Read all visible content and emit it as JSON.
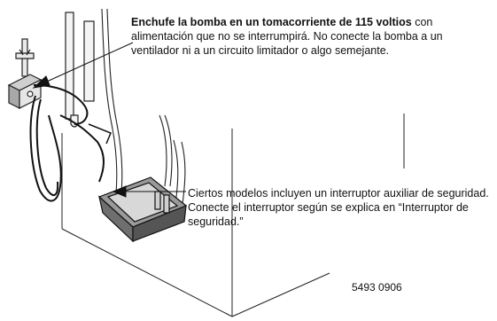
{
  "callout_top": {
    "bold_text": "Enchufe la bomba en un tomacorriente de 115 voltios",
    "text": " con alimentación que no se interrumpirá.  No conecte la bomba a un ventilador ni a un circuito limitador o algo semejante."
  },
  "callout_bottom": {
    "text": "Ciertos modelos incluyen un interruptor auxiliar de seguridad. Conecte el interruptor según se explica en “Interruptor de seguridad.”"
  },
  "figure_number": "5493 0906"
}
